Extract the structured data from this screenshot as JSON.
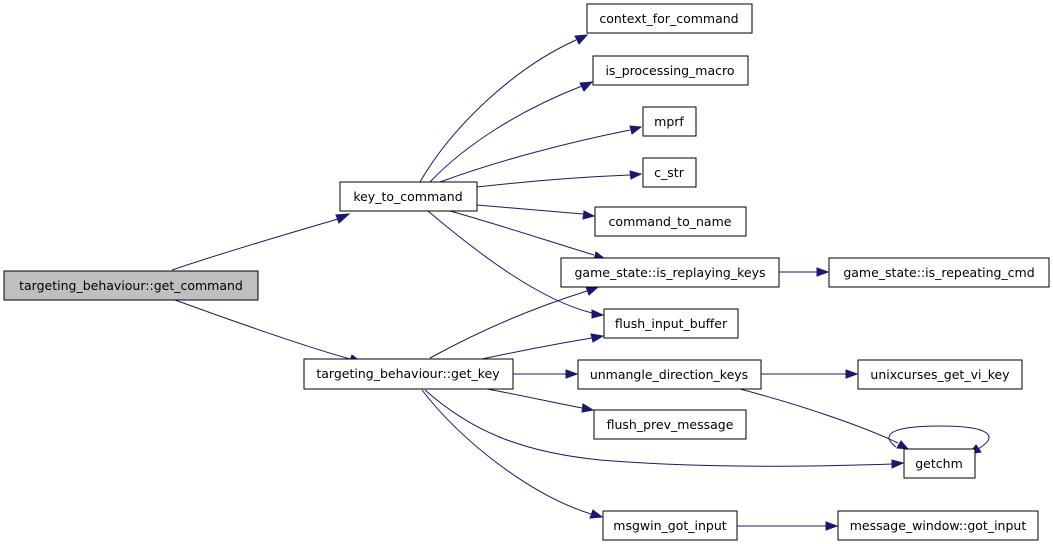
{
  "nodes": {
    "get_command": "targeting_behaviour::get_command",
    "key_to_command": "key_to_command",
    "get_key": "targeting_behaviour::get_key",
    "context_for_command": "context_for_command",
    "is_processing_macro": "is_processing_macro",
    "mprf": "mprf",
    "c_str": "c_str",
    "command_to_name": "command_to_name",
    "is_replaying_keys": "game_state::is_replaying_keys",
    "is_repeating_cmd": "game_state::is_repeating_cmd",
    "flush_input_buffer": "flush_input_buffer",
    "unmangle_direction_keys": "unmangle_direction_keys",
    "unixcurses_get_vi_key": "unixcurses_get_vi_key",
    "flush_prev_message": "flush_prev_message",
    "getchm": "getchm",
    "msgwin_got_input": "msgwin_got_input",
    "got_input": "message_window::got_input"
  },
  "colors": {
    "edge": "#191970",
    "root_fill": "#bfbfbf",
    "node_fill": "#ffffff",
    "node_border": "#000000"
  }
}
